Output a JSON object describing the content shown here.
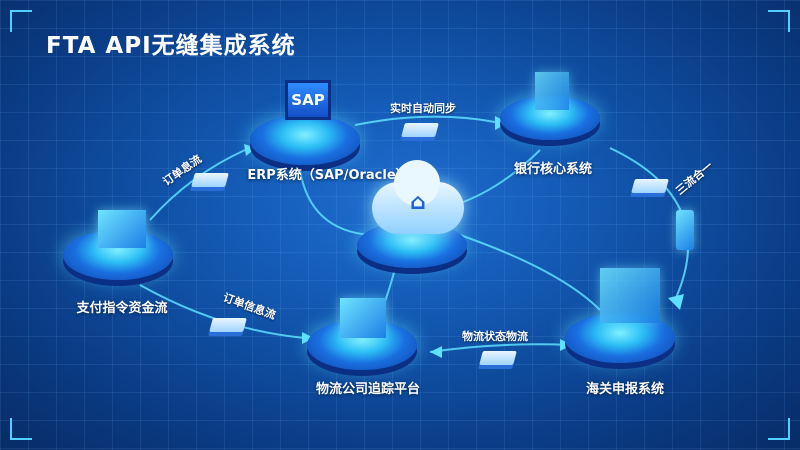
{
  "title": "FTA API无缝集成系统",
  "nodes": {
    "erp": {
      "label": "ERP系统（SAP/Oracle）",
      "icon_text": "SAP"
    },
    "bank": {
      "label": "银行核心系统"
    },
    "payment": {
      "label": "支付指令资金流"
    },
    "logistics": {
      "label": "物流公司追踪平台"
    },
    "customs": {
      "label": "海关申报系统"
    },
    "cloud": {
      "icon": "cloud-api-hub-icon"
    }
  },
  "edges": {
    "erp_bank": "实时自动同步",
    "bank_customs": "三流合一",
    "payment_erp": "订单息流",
    "payment_logistics": "订单信息流",
    "logistics_customs": "物流状态物流"
  },
  "colors": {
    "accent": "#4fd0ff",
    "background": "#1257b0"
  }
}
